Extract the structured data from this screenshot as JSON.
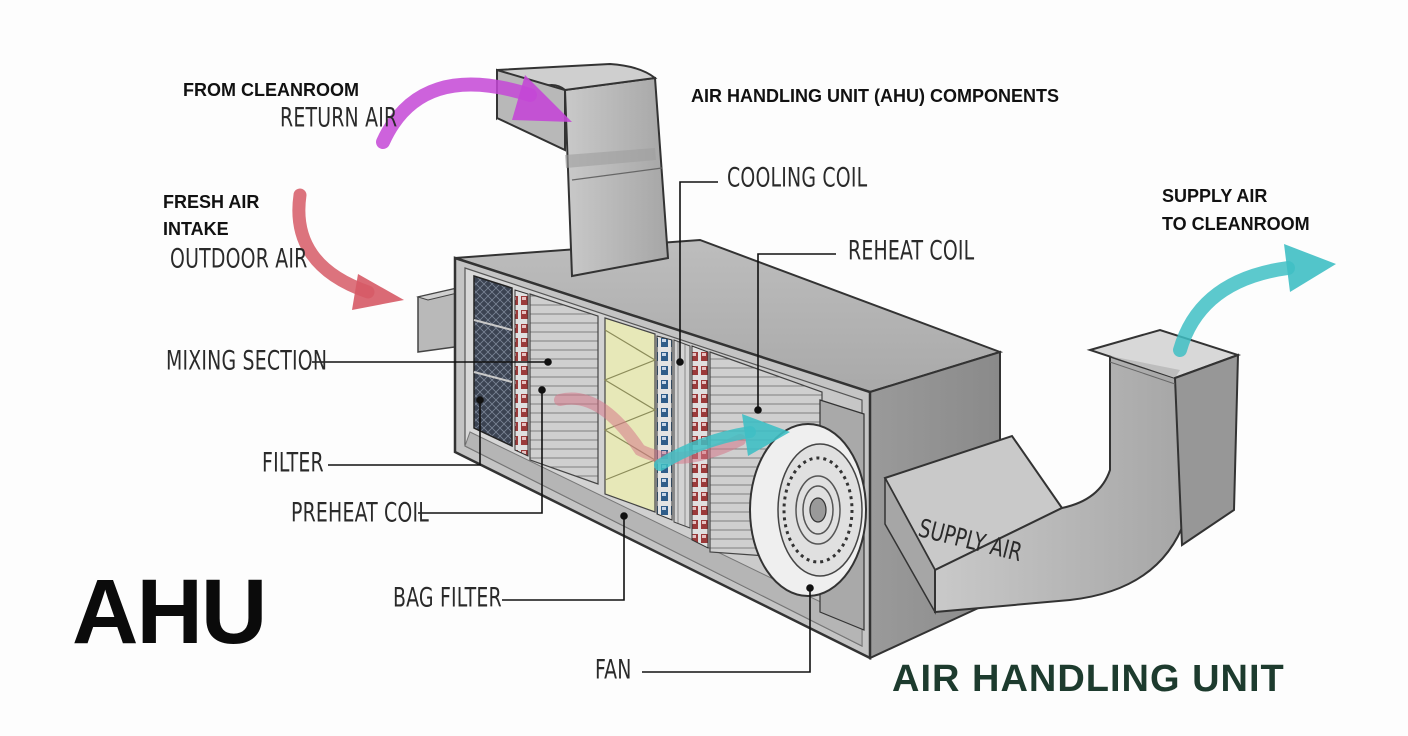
{
  "title": "AIR HANDLING UNIT (AHU) COMPONENTS",
  "big_label": "AHU",
  "footer_label": "AIR HANDLING UNIT",
  "flows": {
    "return_top": "FROM CLEANROOM",
    "return_sub": "RETURN AIR",
    "fresh_top": "FRESH AIR",
    "fresh_mid": "INTAKE",
    "fresh_sub": "OUTDOOR AIR",
    "supply_top": "SUPPLY AIR",
    "supply_sub": "TO CLEANROOM",
    "supply_duct": "SUPPLY AIR"
  },
  "components": {
    "mixing": "MIXING SECTION",
    "filter": "FILTER",
    "preheat": "PREHEAT COIL",
    "bag_filter": "BAG FILTER",
    "fan": "FAN",
    "cooling": "COOLING COIL",
    "reheat": "REHEAT COIL"
  },
  "colors": {
    "return_arrow": "#c447d6",
    "fresh_arrow": "#d65a66",
    "supply_arrow": "#3fbfc4",
    "title_green": "#1d3b2e"
  }
}
